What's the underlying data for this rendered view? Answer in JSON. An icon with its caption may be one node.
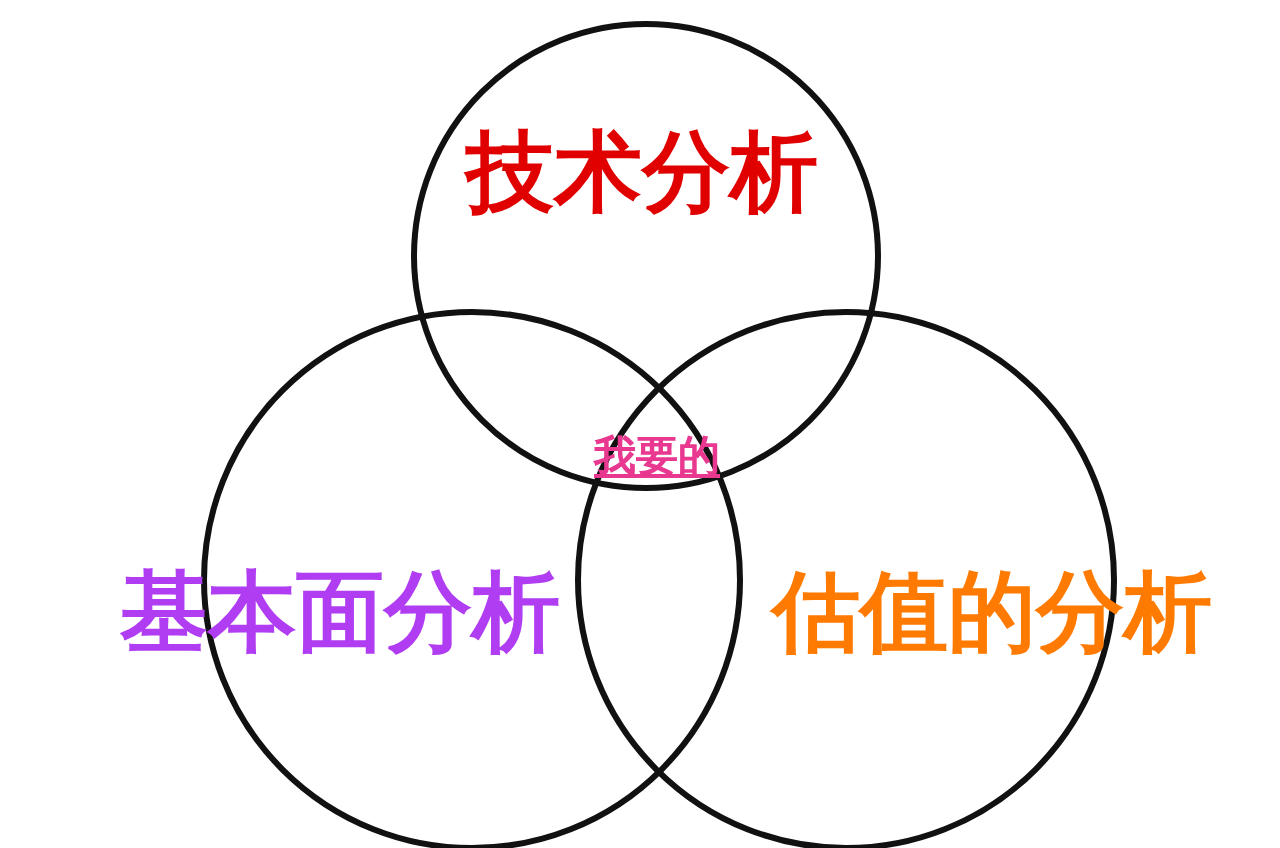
{
  "diagram": {
    "nodes": [
      {
        "text": [
          "技术分析"
        ]
      },
      {
        "text": [
          "基本面分析"
        ]
      },
      {
        "text": [
          "估值的分析"
        ]
      }
    ],
    "labels": [
      "我要的"
    ]
  }
}
